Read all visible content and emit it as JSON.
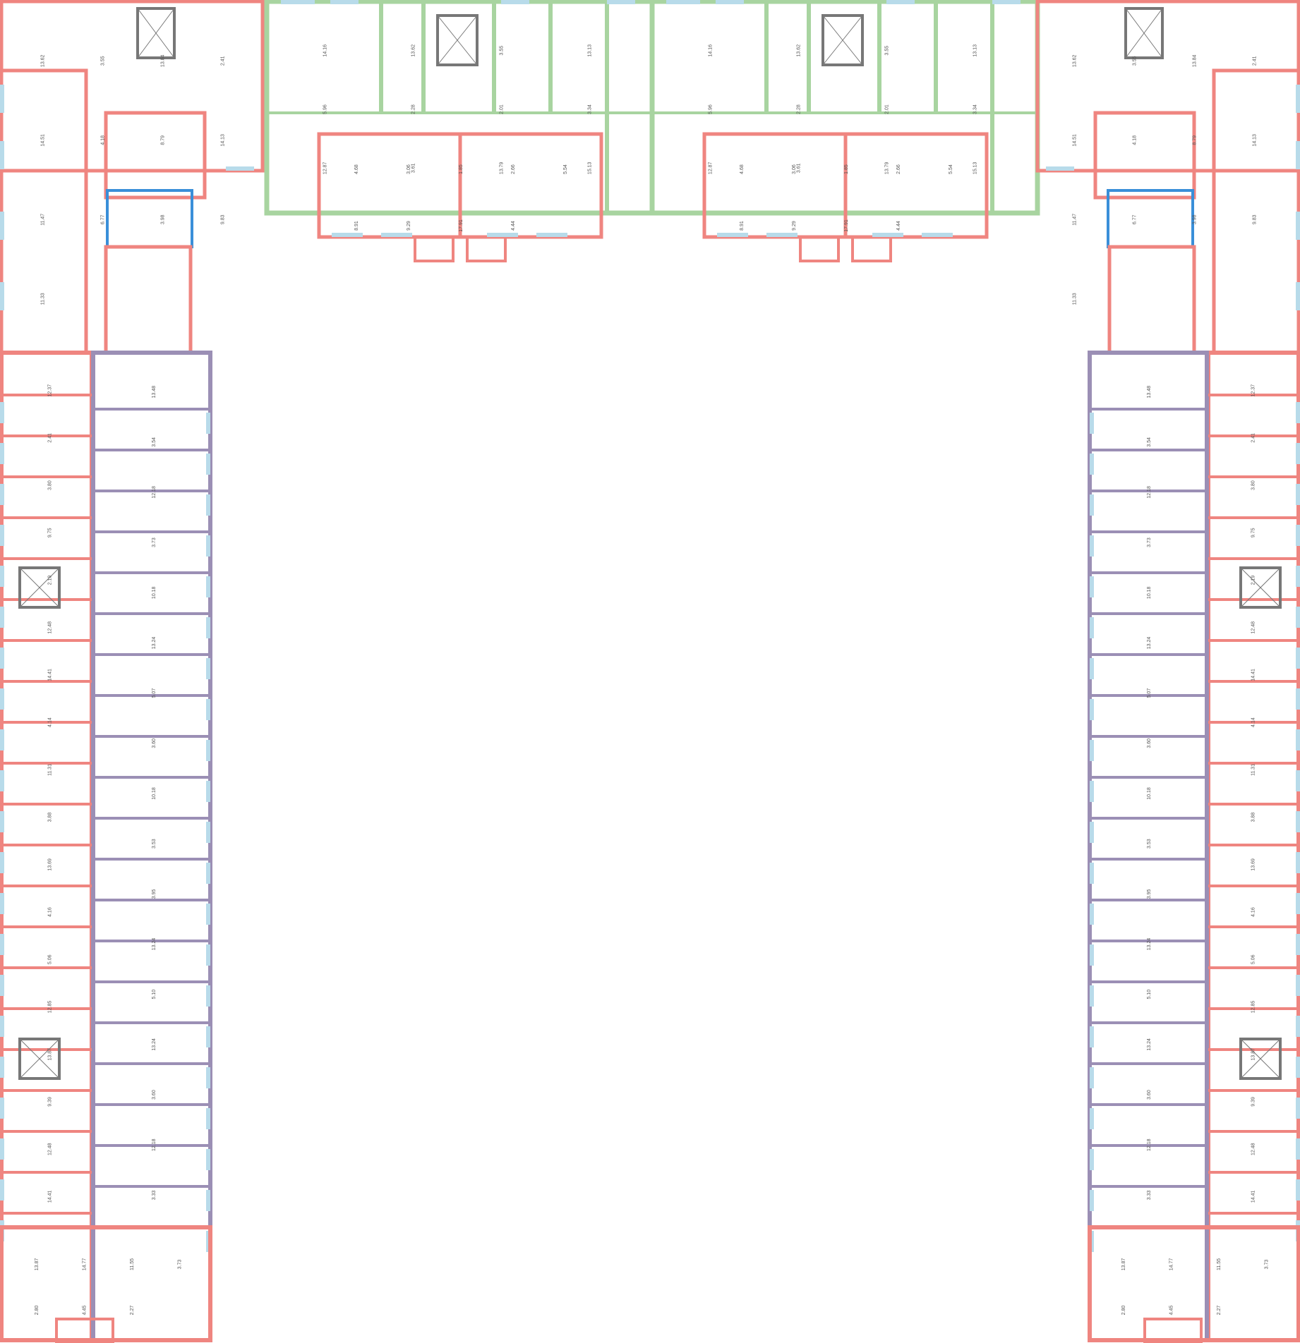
{
  "colors": {
    "wing_red": "#ef8580",
    "wing_green": "#a8d4a0",
    "wing_purple": "#9b8fb5",
    "wing_blue": "#3a8fd9",
    "window": "#b8dbea",
    "stair": "#777777",
    "wall_line": "#9a9a9a"
  },
  "icons": [
    "stair-core-icon",
    "tree-icon",
    "bathtub-icon",
    "toilet-icon",
    "bed-icon"
  ],
  "area_labels": {
    "top_green_left": [
      "14.16",
      "13.62",
      "3.55",
      "13.13",
      "5.96",
      "2.28",
      "2.01",
      "3.34",
      "12.87",
      "3.61",
      "13.79",
      "15.13"
    ],
    "top_green_right": [
      "14.16",
      "13.62",
      "3.55",
      "13.13",
      "5.96",
      "2.28",
      "2.01",
      "3.34",
      "12.87",
      "3.61",
      "13.79",
      "15.13"
    ],
    "top_red_left": [
      "4.68",
      "3.06",
      "1.85",
      "2.66",
      "5.54",
      "8.91",
      "9.29",
      "17.91",
      "4.44"
    ],
    "top_red_right": [
      "4.68",
      "3.06",
      "1.85",
      "2.66",
      "5.54",
      "8.91",
      "9.29",
      "17.91",
      "4.44"
    ],
    "corner_nw": [
      "13.62",
      "3.55",
      "13.84",
      "2.41",
      "14.51",
      "4.18",
      "8.79",
      "14.13",
      "11.47",
      "6.77",
      "3.98",
      "9.83",
      "11.33"
    ],
    "corner_ne": [
      "13.62",
      "3.55",
      "13.84",
      "2.41",
      "14.51",
      "4.18",
      "8.79",
      "14.13",
      "11.47",
      "6.77",
      "3.98",
      "9.83",
      "11.33"
    ],
    "left_outer": [
      "12.37",
      "2.41",
      "3.80",
      "9.75",
      "2.19",
      "12.48",
      "14.41",
      "4.14",
      "11.31",
      "3.88",
      "13.69",
      "4.16",
      "5.06",
      "12.85",
      "13.87",
      "9.39",
      "12.48",
      "14.41"
    ],
    "left_inner": [
      "13.48",
      "3.54",
      "12.18",
      "3.73",
      "10.18",
      "13.24",
      "5.07",
      "3.60",
      "10.18",
      "3.53",
      "3.95",
      "13.24",
      "5.10",
      "13.24",
      "3.60",
      "12.18",
      "3.33"
    ],
    "right_inner": [
      "13.48",
      "3.54",
      "12.18",
      "3.73",
      "10.18",
      "13.24",
      "5.07",
      "3.60",
      "10.18",
      "3.53",
      "3.95",
      "13.24",
      "5.10",
      "13.24",
      "3.60",
      "12.18",
      "3.33"
    ],
    "right_outer": [
      "12.37",
      "2.41",
      "3.80",
      "9.75",
      "2.19",
      "12.48",
      "14.41",
      "4.14",
      "11.31",
      "3.88",
      "13.69",
      "4.16",
      "5.06",
      "12.85",
      "13.87",
      "9.39",
      "12.48",
      "14.41"
    ],
    "bottom_left": [
      "13.87",
      "14.77",
      "11.55",
      "3.73",
      "2.80",
      "4.45",
      "2.27"
    ],
    "bottom_right": [
      "13.87",
      "14.77",
      "11.55",
      "3.73",
      "2.80",
      "4.45",
      "2.27"
    ]
  }
}
